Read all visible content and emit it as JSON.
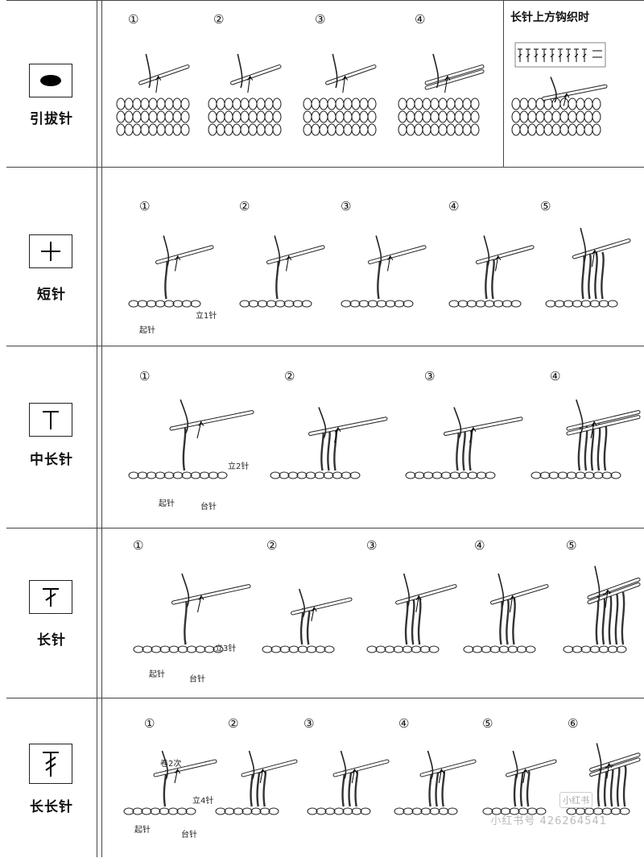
{
  "side_panel": {
    "title": "长针上方钩织时"
  },
  "rows": [
    {
      "symbol_icon": "solid-oval-icon",
      "label": "引拔针",
      "steps": [
        "①",
        "②",
        "③",
        "④"
      ],
      "annotations": {}
    },
    {
      "symbol_icon": "plus-cross-icon",
      "label": "短针",
      "steps": [
        "①",
        "②",
        "③",
        "④",
        "⑤"
      ],
      "annotations": {
        "turning_chain": "立1针",
        "foundation": "起针"
      }
    },
    {
      "symbol_icon": "t-bar-icon",
      "label": "中长针",
      "steps": [
        "①",
        "②",
        "③",
        "④"
      ],
      "annotations": {
        "turning_chain": "立2针",
        "foundation": "起针",
        "base": "台针"
      }
    },
    {
      "symbol_icon": "t-bar-slash-icon",
      "label": "长针",
      "steps": [
        "①",
        "②",
        "③",
        "④",
        "⑤"
      ],
      "annotations": {
        "turning_chain": "立3针",
        "foundation": "起针",
        "base": "台针"
      }
    },
    {
      "symbol_icon": "t-bar-double-slash-icon",
      "label": "长长针",
      "steps": [
        "①",
        "②",
        "③",
        "④",
        "⑤",
        "⑥"
      ],
      "annotations": {
        "wrap": "卷2次",
        "turning_chain": "立4针",
        "foundation": "起针",
        "base": "台针"
      }
    }
  ],
  "watermark": {
    "text": "小红书号 426264541",
    "logo": "小红书"
  }
}
